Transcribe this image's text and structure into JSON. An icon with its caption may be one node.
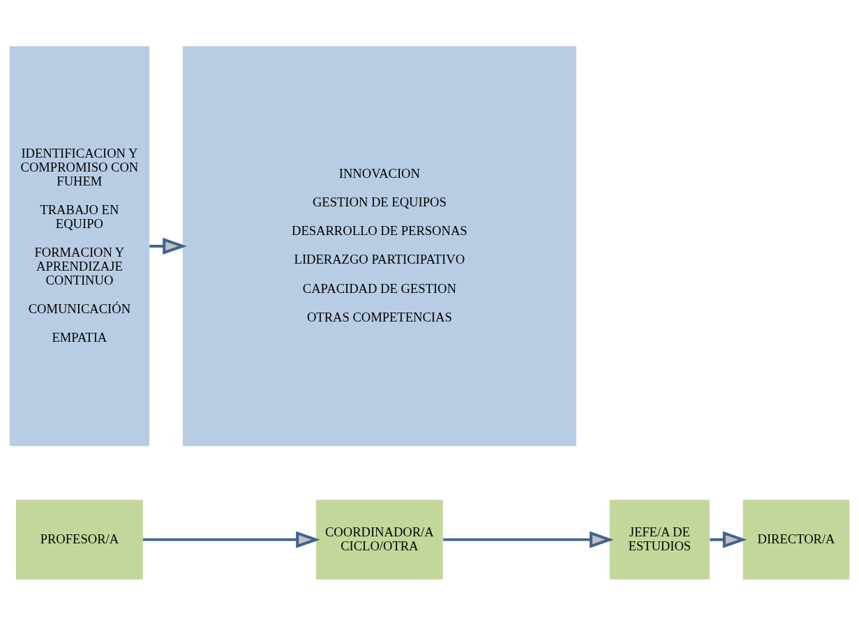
{
  "diagram": {
    "nodes": [
      {
        "text": [
          "PROFESOR/A"
        ]
      },
      {
        "text": [
          "COORDINADOR/A CICLO/OTRA"
        ]
      },
      {
        "text": [
          "JEFE/A DE ESTUDIOS"
        ]
      },
      {
        "text": [
          "DIRECTOR/A"
        ]
      },
      {
        "text": [
          "IDENTIFICACION Y COMPROMISO CON FUHEM",
          "TRABAJO EN EQUIPO",
          "FORMACION Y APRENDIZAJE CONTINUO",
          "COMUNICACIÓN",
          "EMPATIA"
        ]
      },
      {
        "text": [
          "INNOVACION",
          "GESTION DE EQUIPOS",
          "DESARROLLO DE PERSONAS",
          "LIDERAZGO PARTICIPATIVO",
          "CAPACIDAD DE GESTION",
          "OTRAS COMPETENCIAS"
        ]
      }
    ],
    "edges": [
      {
        "from": 0,
        "to": 1,
        "arrow": "to"
      },
      {
        "from": 1,
        "to": 2,
        "arrow": "to"
      },
      {
        "from": 2,
        "to": 3,
        "arrow": "to"
      },
      {
        "from": 4,
        "to": 5,
        "arrow": "to"
      }
    ]
  }
}
